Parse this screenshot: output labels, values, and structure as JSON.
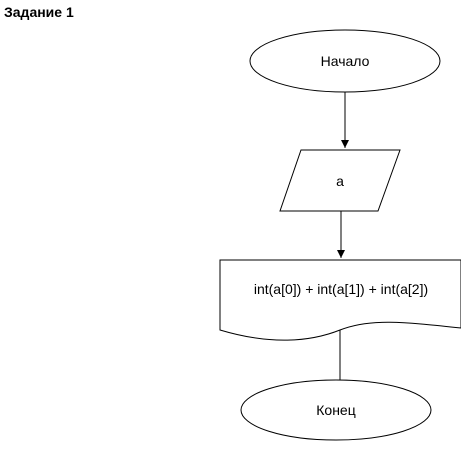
{
  "title": "Задание 1",
  "nodes": {
    "start": {
      "label": "Начало",
      "shape": "terminator-ellipse"
    },
    "input": {
      "label": "a",
      "shape": "parallelogram-input"
    },
    "process": {
      "label": "int(a[0]) + int(a[1]) + int(a[2])",
      "shape": "document"
    },
    "end": {
      "label": "Конец",
      "shape": "terminator-ellipse"
    }
  },
  "edges": [
    {
      "from": "start",
      "to": "input",
      "arrow": true
    },
    {
      "from": "input",
      "to": "process",
      "arrow": true
    },
    {
      "from": "process",
      "to": "end",
      "arrow": false
    }
  ],
  "colors": {
    "stroke": "#000000",
    "fill": "#ffffff",
    "text": "#000000"
  }
}
